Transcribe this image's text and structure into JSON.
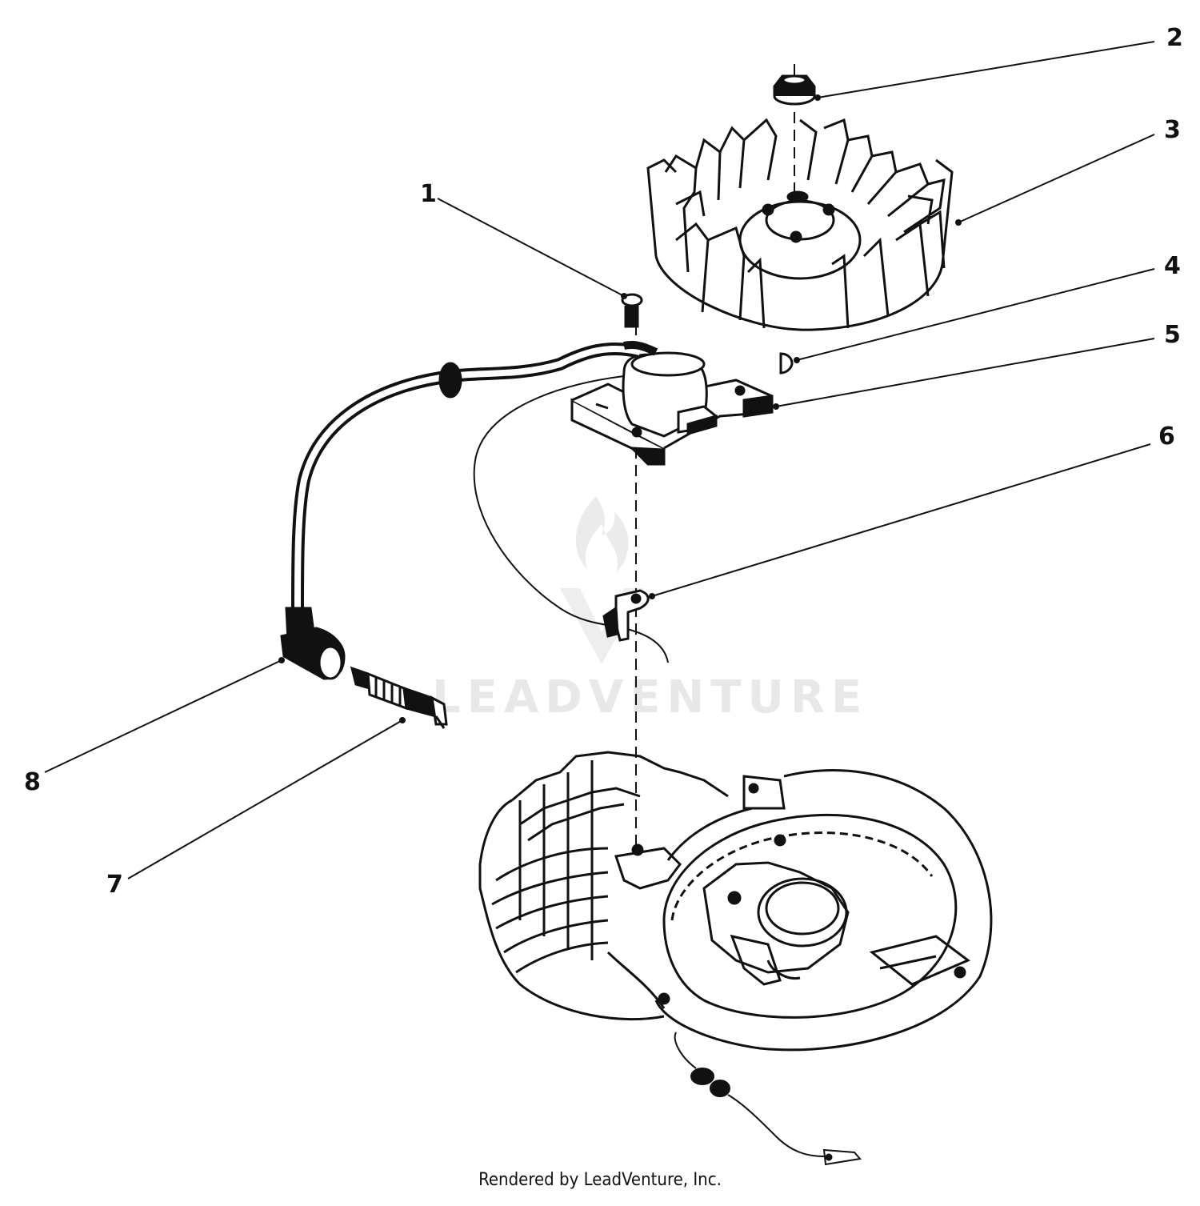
{
  "diagram": {
    "callouts": [
      {
        "id": "1",
        "label": "1"
      },
      {
        "id": "2",
        "label": "2"
      },
      {
        "id": "3",
        "label": "3"
      },
      {
        "id": "4",
        "label": "4"
      },
      {
        "id": "5",
        "label": "5"
      },
      {
        "id": "6",
        "label": "6"
      },
      {
        "id": "7",
        "label": "7"
      },
      {
        "id": "8",
        "label": "8"
      }
    ],
    "watermark_text": "LEADVENTURE",
    "footer_text": "Rendered by LeadVenture, Inc."
  },
  "colors": {
    "line": "#111111",
    "background": "#ffffff",
    "watermark": "#e6e6e6"
  }
}
